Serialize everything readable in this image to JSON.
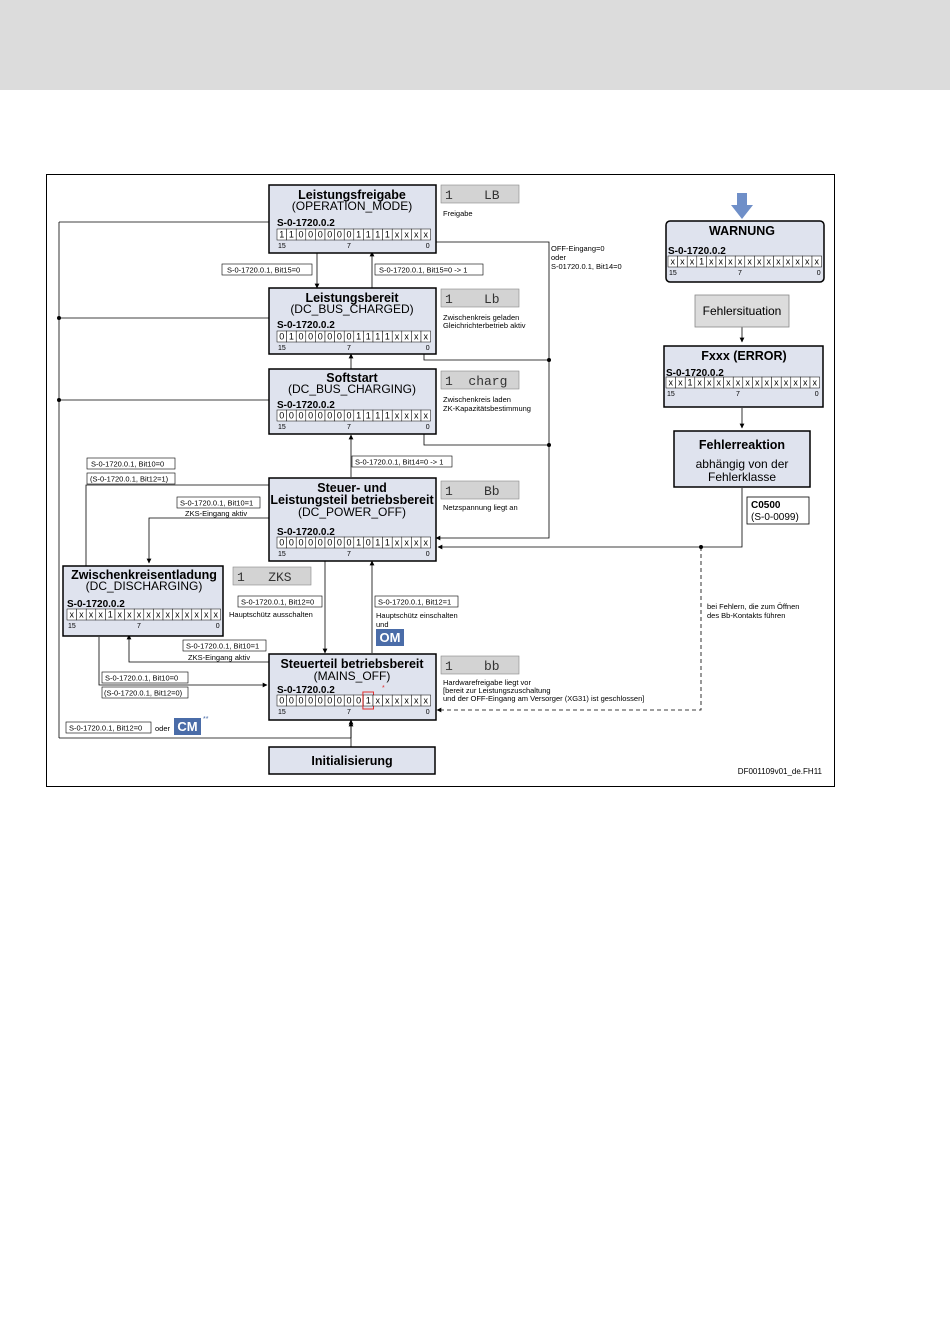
{
  "states": {
    "lb": {
      "title": "Leistungsfreigabe",
      "sub": "(OPERATION_MODE)",
      "register": "S-0-1720.0.2",
      "bits": [
        "1",
        "1",
        "0",
        "0",
        "0",
        "0",
        "0",
        "0",
        "1",
        "1",
        "1",
        "1",
        "x",
        "x",
        "x",
        "x"
      ],
      "ticks": [
        "15",
        "7",
        "0"
      ],
      "display": "1    LB",
      "desc": [
        "Freigabe"
      ]
    },
    "lb2": {
      "title": "Leistungsbereit",
      "sub": "(DC_BUS_CHARGED)",
      "register": "S-0-1720.0.2",
      "bits": [
        "0",
        "1",
        "0",
        "0",
        "0",
        "0",
        "0",
        "0",
        "1",
        "1",
        "1",
        "1",
        "x",
        "x",
        "x",
        "x"
      ],
      "ticks": [
        "15",
        "7",
        "0"
      ],
      "display": "1    Lb",
      "desc": [
        "Zwischenkreis geladen",
        "Gleichrichterbetrieb aktiv"
      ]
    },
    "charg": {
      "title": "Softstart",
      "sub": "(DC_BUS_CHARGING)",
      "register": "S-0-1720.0.2",
      "bits": [
        "0",
        "0",
        "0",
        "0",
        "0",
        "0",
        "0",
        "0",
        "1",
        "1",
        "1",
        "1",
        "x",
        "x",
        "x",
        "x"
      ],
      "ticks": [
        "15",
        "7",
        "0"
      ],
      "display": "1  charg",
      "desc": [
        "Zwischenkreis laden",
        "ZK-Kapazitätsbestimmung"
      ]
    },
    "bb": {
      "title": "Steuer- und",
      "title2": "Leistungsteil betriebsbereit",
      "sub": "(DC_POWER_OFF)",
      "register": "S-0-1720.0.2",
      "bits": [
        "0",
        "0",
        "0",
        "0",
        "0",
        "0",
        "0",
        "0",
        "1",
        "0",
        "1",
        "1",
        "x",
        "x",
        "x",
        "x"
      ],
      "ticks": [
        "15",
        "7",
        "0"
      ],
      "display": "1    Bb",
      "desc": [
        "Netzspannung liegt an"
      ]
    },
    "zks": {
      "title": "Zwischenkreisentladung",
      "sub": "(DC_DISCHARGING)",
      "register": "S-0-1720.0.2",
      "bits": [
        "x",
        "x",
        "x",
        "x",
        "1",
        "x",
        "x",
        "x",
        "x",
        "x",
        "x",
        "x",
        "x",
        "x",
        "x",
        "x"
      ],
      "ticks": [
        "15",
        "7",
        "0"
      ],
      "display": "1   ZKS"
    },
    "bb2": {
      "title": "Steuerteil betriebsbereit",
      "sub": "(MAINS_OFF)",
      "register": "S-0-1720.0.2",
      "bits": [
        "0",
        "0",
        "0",
        "0",
        "0",
        "0",
        "0",
        "0",
        "0",
        "1",
        "x",
        "x",
        "x",
        "x",
        "x",
        "x"
      ],
      "ticks": [
        "15",
        "7",
        "0"
      ],
      "display": "1    bb",
      "desc": [
        "Hardwarefreigabe liegt vor",
        "[bereit zur Leistungszuschaltung",
        "und der OFF-Eingang am Versorger (XG31) ist geschlossen]"
      ],
      "star": "*"
    },
    "init": {
      "title": "Initialisierung"
    },
    "warn": {
      "title": "WARNUNG",
      "register": "S-0-1720.0.2",
      "bits": [
        "x",
        "x",
        "x",
        "1",
        "x",
        "x",
        "x",
        "x",
        "x",
        "x",
        "x",
        "x",
        "x",
        "x",
        "x",
        "x"
      ],
      "ticks": [
        "15",
        "7",
        "0"
      ]
    },
    "fehlersit": {
      "title": "Fehlersituation"
    },
    "error": {
      "title": "Fxxx (ERROR)",
      "register": "S-0-1720.0.2",
      "bits": [
        "x",
        "x",
        "1",
        "x",
        "x",
        "x",
        "x",
        "x",
        "x",
        "x",
        "x",
        "x",
        "x",
        "x",
        "x",
        "x"
      ],
      "ticks": [
        "15",
        "7",
        "0"
      ]
    },
    "reaktion": {
      "title": "Fehlerreaktion",
      "line2": "abhängig von der",
      "line3": "Fehlerklasse"
    },
    "c0500": {
      "line1": "C0500",
      "line2": "(S-0-0099)"
    }
  },
  "conditions": {
    "bit15_0": "S-0-1720.0.1, Bit15=0",
    "bit15_01": "S-0-1720.0.1, Bit15=0 -> 1",
    "off_in": [
      "OFF-Eingang=0",
      "oder",
      "S-01720.0.1, Bit14=0"
    ],
    "bit14_01": "S-0-1720.0.1, Bit14=0 -> 1",
    "bit10_0a": "S-0-1720.0.1, Bit10=0",
    "bit12_1a": "(S-0-1720.0.1, Bit12=1)",
    "bit10_1a": "S-0-1720.0.1, Bit10=1",
    "zks_aktiv": "ZKS-Eingang aktiv",
    "bit12_0a": "S-0-1720.0.1, Bit12=0",
    "haupt_aus": "Hauptschütz ausschalten",
    "bit12_1b": "S-0-1720.0.1, Bit12=1",
    "haupt_ein": "Hauptschütz einschalten",
    "und": "und",
    "bit10_1b": "S-0-1720.0.1, Bit10=1",
    "zks_aktiv2": "ZKS-Eingang aktiv",
    "bit10_0b": "S-0-1720.0.1, Bit10=0",
    "bit12_0b": "(S-0-1720.0.1, Bit12=0)",
    "bit12_0c": "S-0-1720.0.1, Bit12=0",
    "oder": "oder",
    "fehler_note": [
      "bei Fehlern, die zum Öffnen",
      "des Bb-Kontakts führen"
    ]
  },
  "badges": {
    "om": "OM",
    "cm": "CM",
    "cm_star": "**"
  },
  "footer": "DF001109v01_de.FH11",
  "colors": {
    "box_fill": "#dfe3ee",
    "display_fill": "#d3d3d3",
    "badge": "#4a6ca8",
    "arrow_blue": "#6f8fc8",
    "highlight": "#e03030"
  }
}
